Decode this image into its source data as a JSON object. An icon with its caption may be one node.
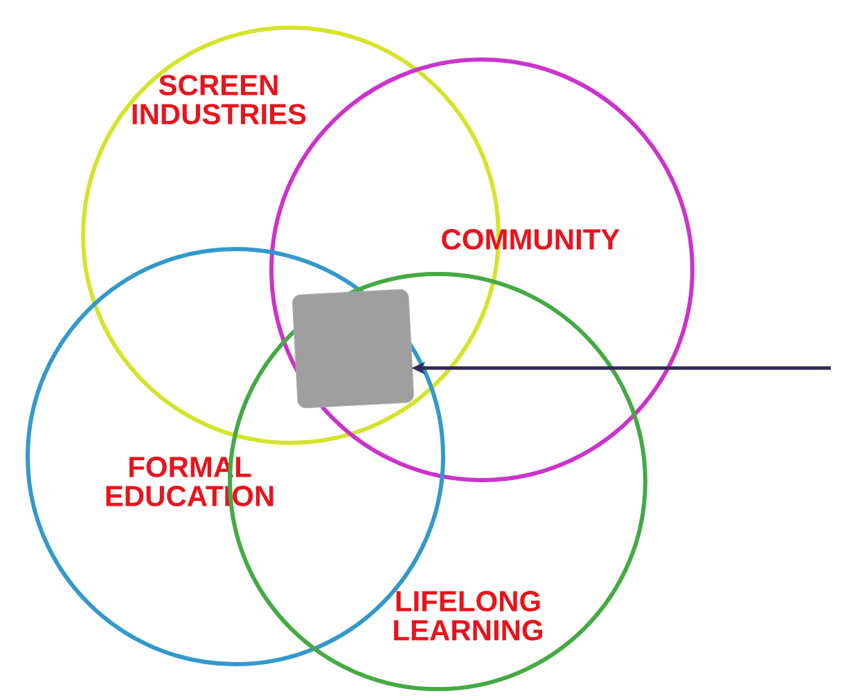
{
  "diagram": {
    "nodes": [
      {
        "text": [
          "SCREEN INDUSTRIES"
        ]
      },
      {
        "text": [
          "COMMUNITY"
        ]
      },
      {
        "text": [
          "FORMAL EDUCATION"
        ]
      },
      {
        "text": [
          "LIFELONG LEARNING"
        ]
      },
      {
        "text": [],
        "shape": "box"
      }
    ],
    "edges": [
      {
        "from": null,
        "to": 4,
        "arrow": "to"
      }
    ]
  }
}
